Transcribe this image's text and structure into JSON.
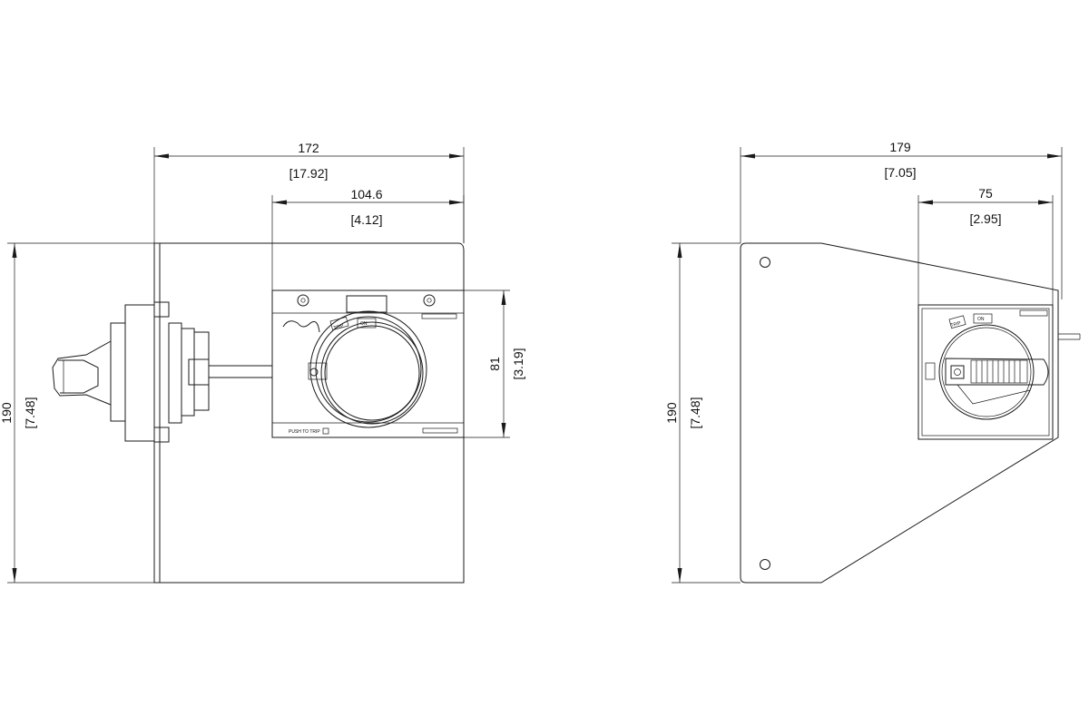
{
  "left_view": {
    "width_dim": "172",
    "width_dim_sub": "[17.92]",
    "breaker_width_dim": "104.6",
    "breaker_width_dim_sub": "[4.12]",
    "breaker_height_dim": "81",
    "breaker_height_dim_sub": "[3.19]",
    "height_dim": "190",
    "height_dim_sub": "[7.48]",
    "label_trip": "TRIP",
    "label_on": "ON",
    "label_push": "PUSH TO TRIP"
  },
  "right_view": {
    "width_dim": "179",
    "width_dim_sub": "[7.05]",
    "handle_width_dim": "75",
    "handle_width_dim_sub": "[2.95]",
    "height_dim": "190",
    "height_dim_sub": "[7.48]",
    "label_trip": "TRIP",
    "label_on": "ON"
  }
}
